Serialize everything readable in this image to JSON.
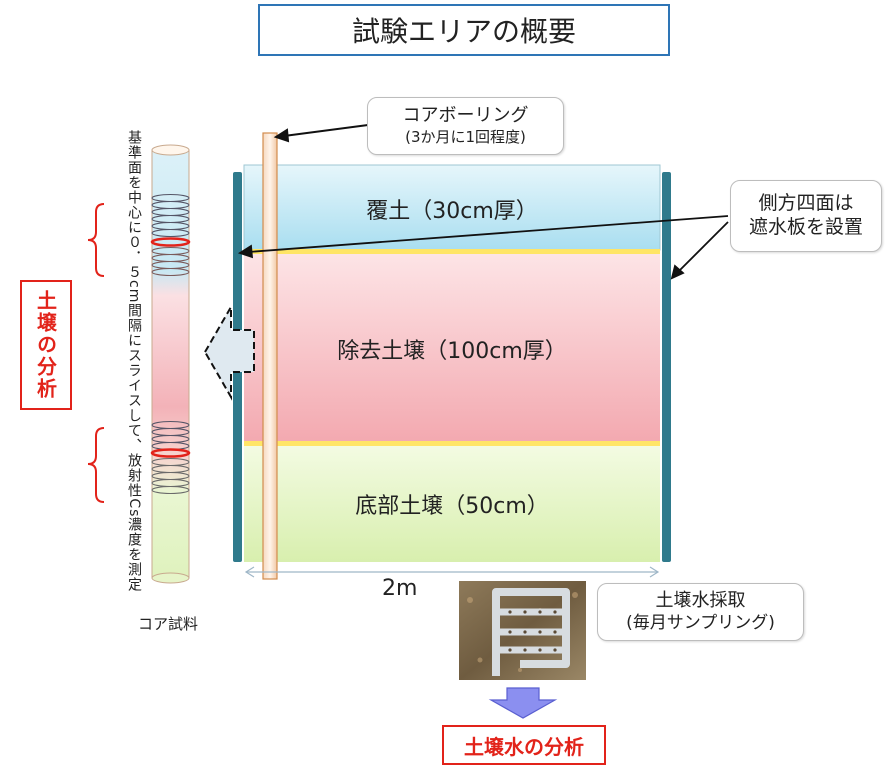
{
  "title": "試験エリアの概要",
  "core_boring": {
    "line1": "コアボーリング",
    "line2": "(3か月に1回程度)"
  },
  "side_panels": {
    "line1": "側方四面は",
    "line2": "遮水板を設置"
  },
  "layers": {
    "cover": "覆土（30cm厚）",
    "removed": "除去土壌（100cm厚）",
    "bottom": "底部土壌（50cm）"
  },
  "width_label": "2m",
  "core_sample": {
    "vertical_text": "基準面を中心に０．５cm間隔にスライスして、放射性Cs濃度を測定",
    "caption": "コア試料"
  },
  "soil_analysis": "土壌の分析",
  "soil_water": {
    "line1": "土壌水採取",
    "line2": "(毎月サンプリング)"
  },
  "soil_water_analysis": "土壌水の分析",
  "colors": {
    "title_border": "#2e75b6",
    "cover_layer": "#bfe6f4",
    "removed_layer": "#f6b8bd",
    "bottom_layer": "#e1f2b9",
    "panel": "#2f7a8c",
    "red": "#e2231a",
    "down_arrow": "#8b8ff0"
  }
}
